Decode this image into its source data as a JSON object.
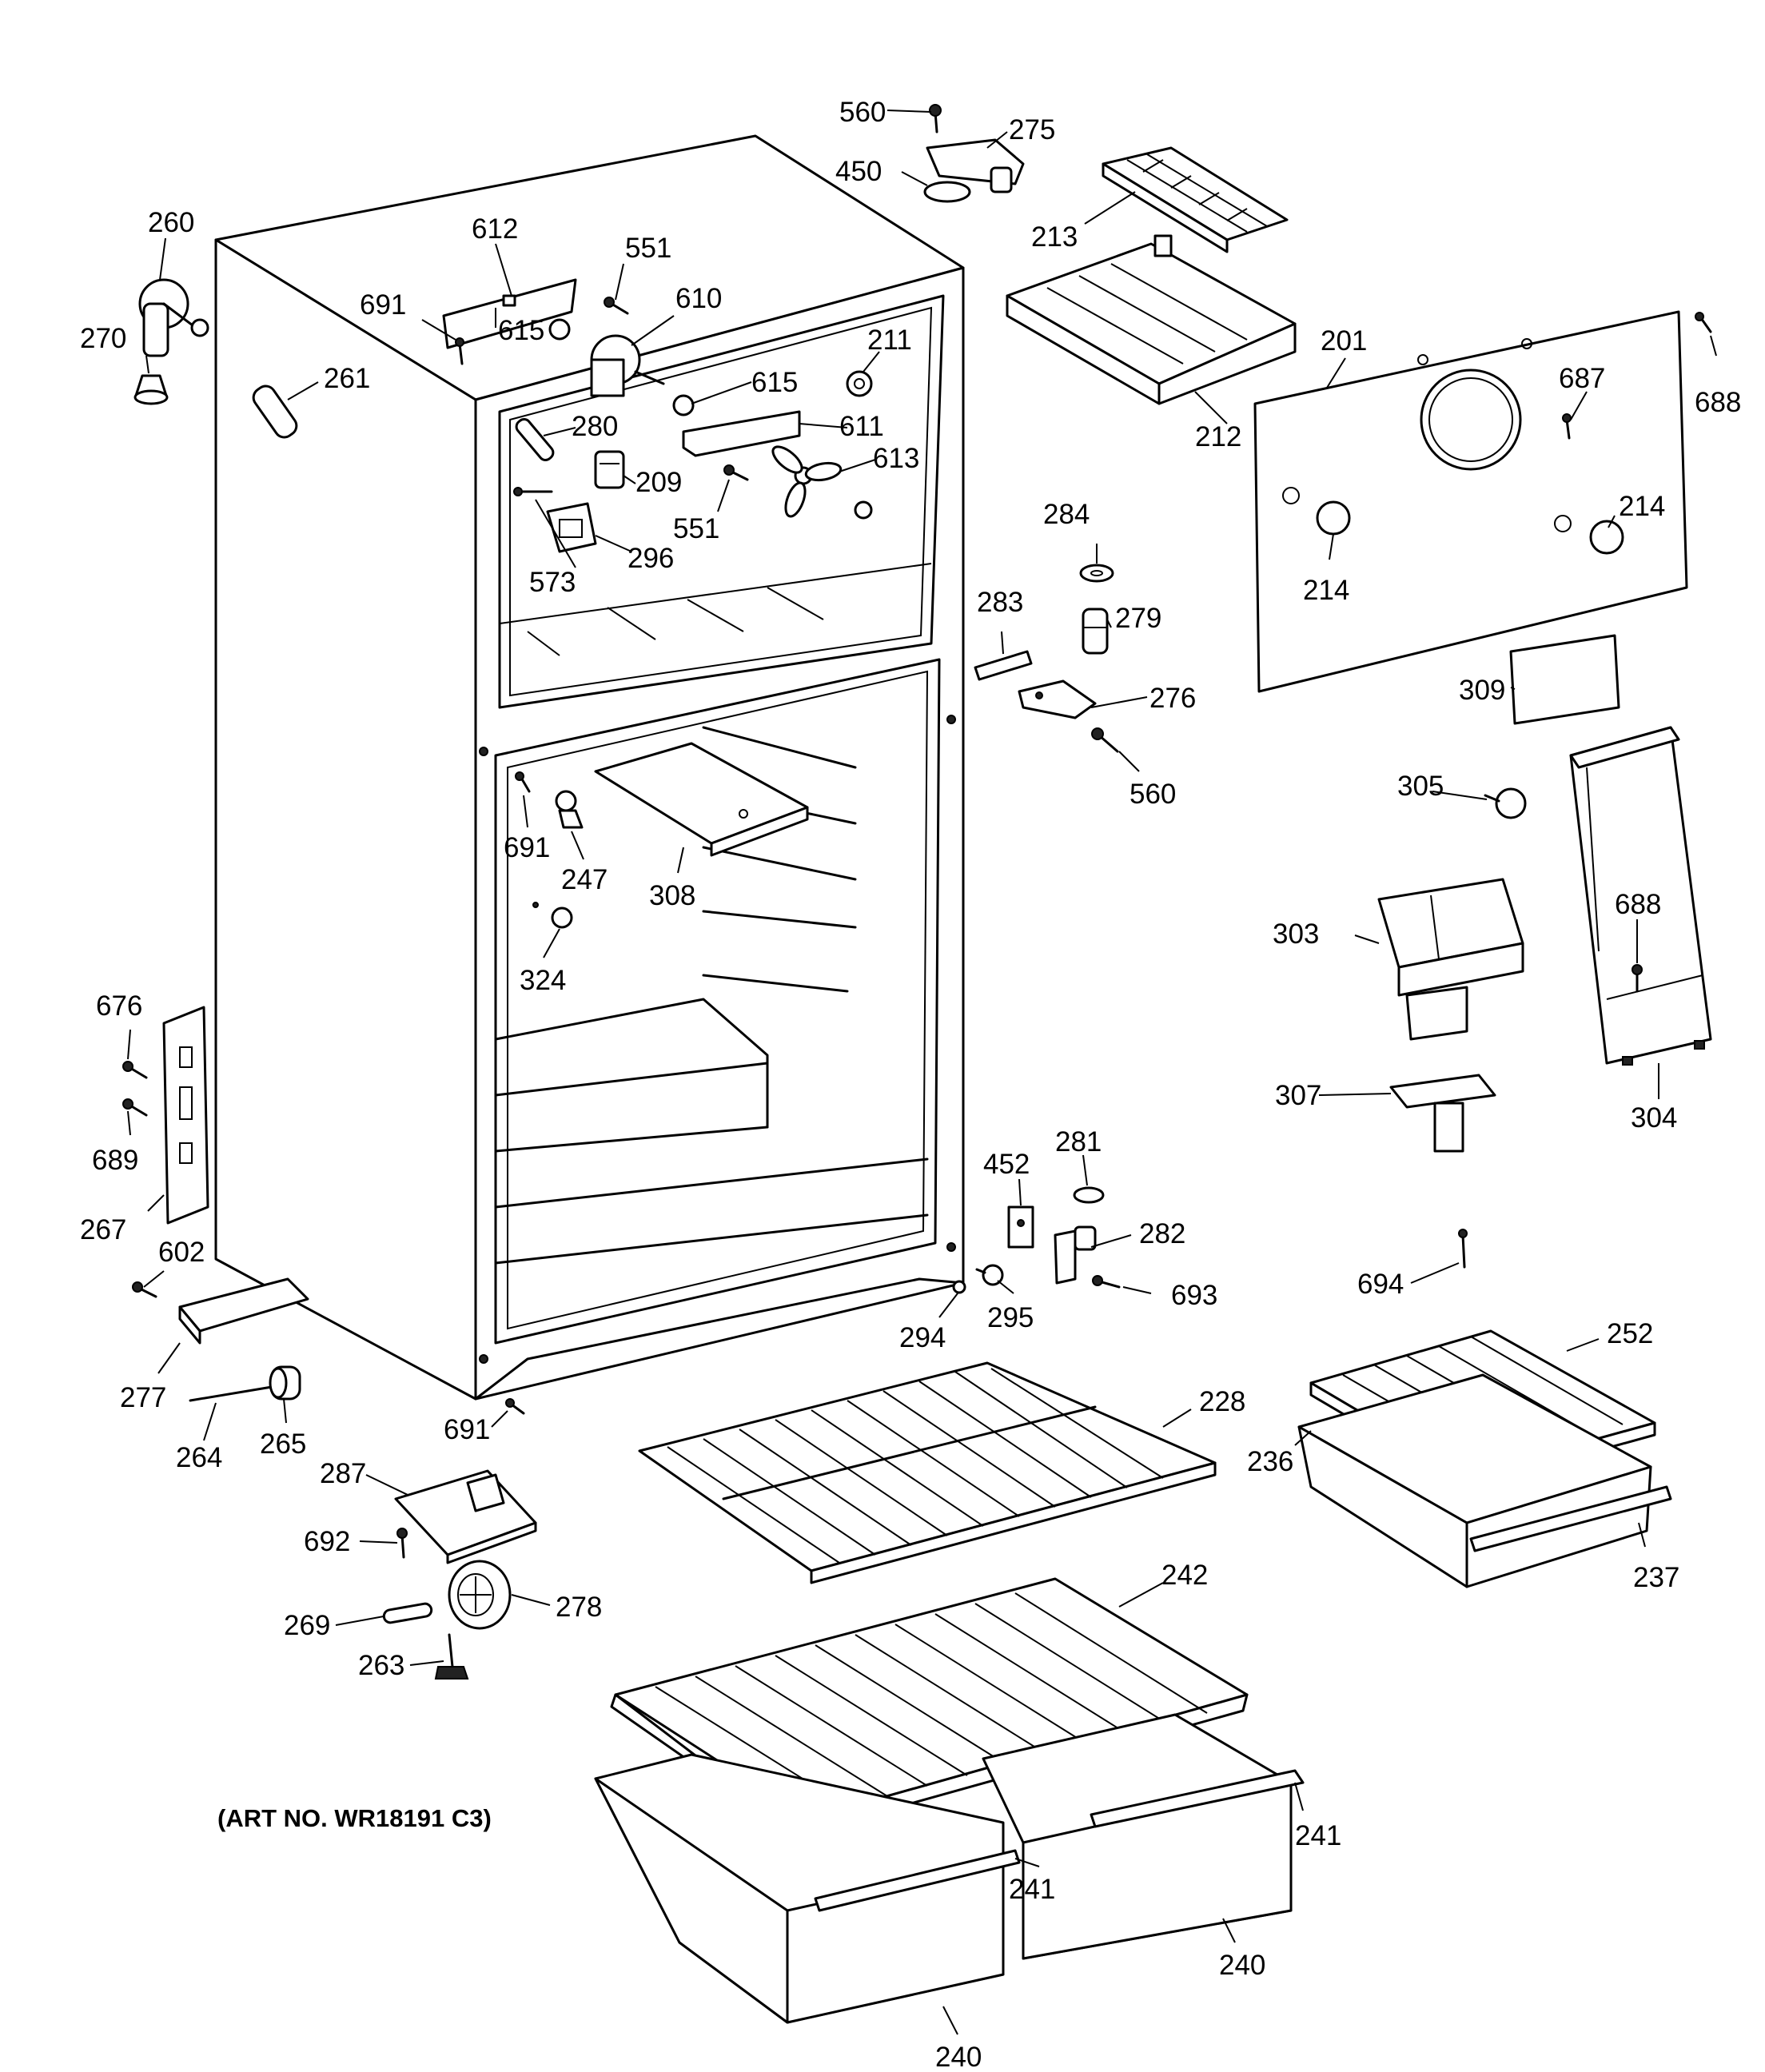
{
  "art_number": "(ART NO. WR18191 C3)",
  "callouts": {
    "c560a": "560",
    "c275": "275",
    "c450": "450",
    "c213": "213",
    "c260": "260",
    "c612": "612",
    "c551a": "551",
    "c691a": "691",
    "c610": "610",
    "c615a": "615",
    "c270": "270",
    "c261": "261",
    "c211": "211",
    "c615b": "615",
    "c611": "611",
    "c280": "280",
    "c209": "209",
    "c613": "613",
    "c551b": "551",
    "c573": "573",
    "c296": "296",
    "c212": "212",
    "c201": "201",
    "c687": "687",
    "c688a": "688",
    "c284": "284",
    "c214a": "214",
    "c214b": "214",
    "c279": "279",
    "c283": "283",
    "c276": "276",
    "c560b": "560",
    "c309": "309",
    "c305": "305",
    "c691b": "691",
    "c247": "247",
    "c308": "308",
    "c324": "324",
    "c688b": "688",
    "c303": "303",
    "c676": "676",
    "c689": "689",
    "c307": "307",
    "c304": "304",
    "c281": "281",
    "c452": "452",
    "c282": "282",
    "c267": "267",
    "c602": "602",
    "c693": "693",
    "c694": "694",
    "c294": "294",
    "c295": "295",
    "c252": "252",
    "c277": "277",
    "c228": "228",
    "c236": "236",
    "c691c": "691",
    "c264": "264",
    "c265": "265",
    "c287": "287",
    "c237": "237",
    "c692": "692",
    "c242": "242",
    "c278": "278",
    "c269": "269",
    "c263": "263",
    "c241a": "241",
    "c241b": "241",
    "c240a": "240",
    "c240b": "240"
  }
}
